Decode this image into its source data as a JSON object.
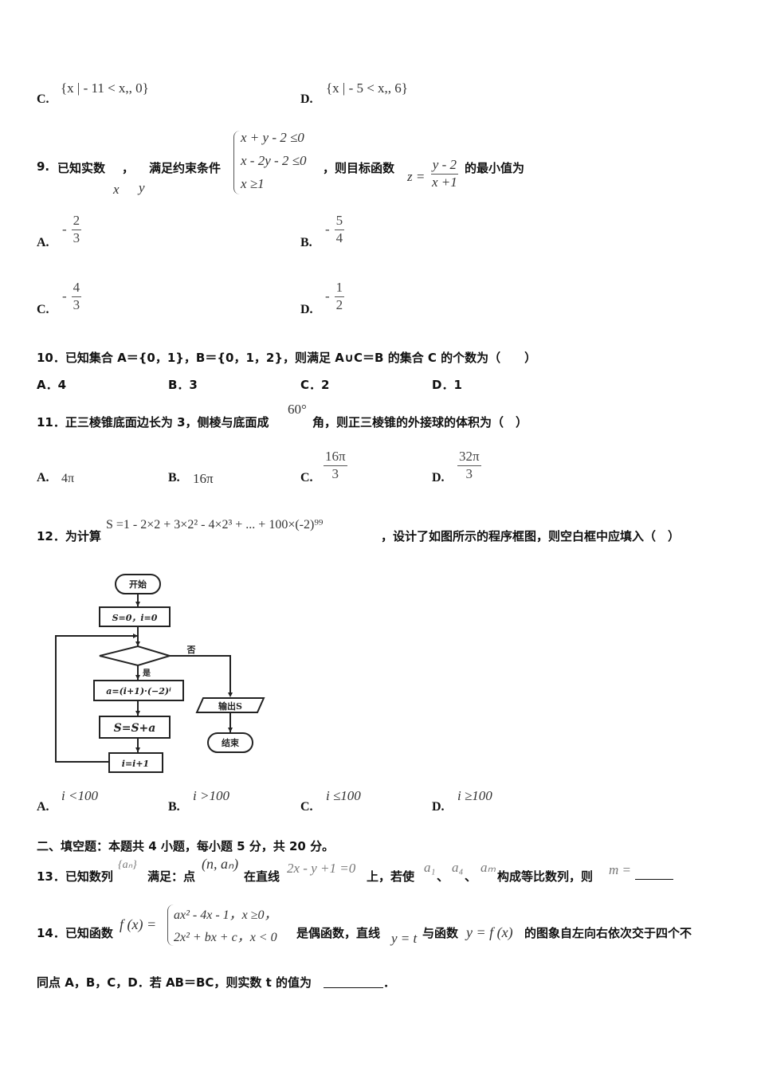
{
  "q8_options": {
    "C": {
      "label": "C.",
      "text": "{x | - 11 < x,, 0}"
    },
    "D": {
      "label": "D.",
      "text": "{x | - 5 < x,, 6}"
    }
  },
  "q9": {
    "number": "9.",
    "stem_part1": "已知实数",
    "var_x": "x",
    "comma": "，",
    "var_y": "y",
    "stem_part2": "满足约束条件",
    "constraints": [
      "x + y - 2 ≤0",
      "x - 2y - 2 ≤0",
      "x ≥1"
    ],
    "stem_part3": "，则目标函数",
    "objective_lhs": "z =",
    "objective_num": "y - 2",
    "objective_den": "x +1",
    "stem_part4": "的最小值为",
    "options": [
      {
        "label": "A.",
        "sign": "-",
        "num": "2",
        "den": "3"
      },
      {
        "label": "B.",
        "sign": "-",
        "num": "5",
        "den": "4"
      },
      {
        "label": "C.",
        "sign": "-",
        "num": "4",
        "den": "3"
      },
      {
        "label": "D.",
        "sign": "-",
        "num": "1",
        "den": "2"
      }
    ]
  },
  "q10": {
    "stem": "10．已知集合 A＝{0，1}，B＝{0，1，2}，则满足 A∪C＝B 的集合 C 的个数为（　　）",
    "options": [
      {
        "label": "A．4"
      },
      {
        "label": "B．3"
      },
      {
        "label": "C．2"
      },
      {
        "label": "D．1"
      }
    ]
  },
  "q11": {
    "stem_part1": "11．正三棱锥底面边长为 3，侧棱与底面成",
    "angle": "60°",
    "stem_part2": "角，则正三棱锥的外接球的体积为（　）",
    "options": [
      {
        "label": "A.",
        "value": "4π"
      },
      {
        "label": "B.",
        "value": "16π"
      },
      {
        "label": "C.",
        "num": "16π",
        "den": "3"
      },
      {
        "label": "D.",
        "num": "32π",
        "den": "3"
      }
    ]
  },
  "q12": {
    "stem_part1": "12．为计算",
    "formula": "S =1 - 2×2 + 3×2² - 4×2³ + ... + 100×(-2)⁹⁹",
    "stem_part2": "，设计了如图所示的程序框图，则空白框中应填入（　）",
    "flowchart": {
      "start": "开始",
      "init": "S=0，i=0",
      "yes": "是",
      "no": "否",
      "step_a": "a=(i+1)·(−2)ⁱ",
      "step_s": "S=S+a",
      "step_i": "i=i+1",
      "output": "输出S",
      "end": "结束"
    },
    "options": [
      {
        "label": "A.",
        "value": "i <100"
      },
      {
        "label": "B.",
        "value": "i >100"
      },
      {
        "label": "C.",
        "value": "i ≤100"
      },
      {
        "label": "D.",
        "value": "i ≥100"
      }
    ]
  },
  "section2": {
    "heading": "二、填空题：本题共 4 小题，每小题 5 分，共 20 分。"
  },
  "q13": {
    "stem_part1": "13．已知数列",
    "seq": "{aₙ}",
    "stem_part2": "满足：点",
    "point": "(n, aₙ)",
    "stem_part3": "在直线",
    "line": "2x - y +1 =0",
    "stem_part4": "上，若使",
    "a1": "a₁",
    "sep": "、",
    "a4": "a₄",
    "am": "aₘ",
    "stem_part5": "构成等比数列，则",
    "answer_prefix": "m ="
  },
  "q14": {
    "stem_part1": "14．已知函数",
    "fx": "f (x) =",
    "cases": [
      "ax² - 4x - 1，x ≥0，",
      "2x² + bx + c，x < 0"
    ],
    "stem_part2": "是偶函数，直线",
    "line": "y = t",
    "stem_part3": "与函数",
    "func": "y = f (x)",
    "stem_part4": "的图象自左向右依次交于四个不",
    "line2": "同点 A，B，C，D．若 AB＝BC，则实数 t 的值为",
    "end_period": "．"
  }
}
